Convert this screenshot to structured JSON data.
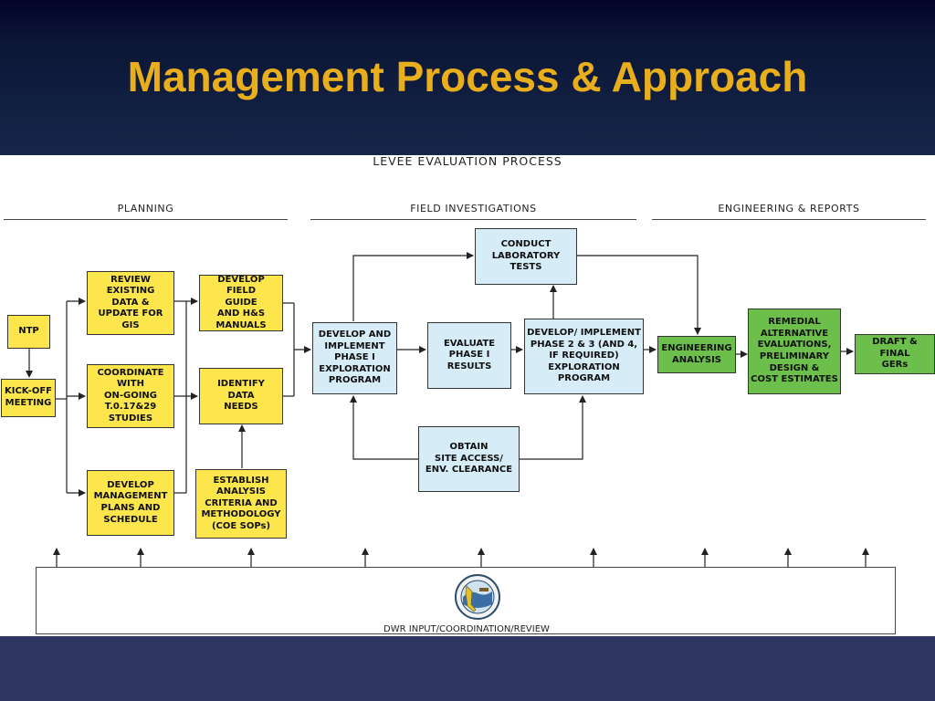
{
  "slide": {
    "title": "Management Process & Approach"
  },
  "diagram": {
    "process_title": "LEVEE EVALUATION PROCESS",
    "phases": {
      "planning": "PLANNING",
      "field": "FIELD INVESTIGATIONS",
      "engineering": "ENGINEERING & REPORTS"
    },
    "boxes": {
      "ntp": "NTP",
      "kickoff": "KICK-OFF\nMEETING",
      "review": "REVIEW\nEXISTING\nDATA &\nUPDATE FOR GIS",
      "coordinate": "COORDINATE\nWITH\nON-GOING\nT.0.17&29\nSTUDIES",
      "develop_mgmt": "DEVELOP\nMANAGEMENT\nPLANS AND\nSCHEDULE",
      "field_guide": "DEVELOP FIELD\nGUIDE\nAND H&S\nMANUALS",
      "identify": "IDENTIFY\nDATA\nNEEDS",
      "establish": "ESTABLISH\nANALYSIS\nCRITERIA AND\nMETHODOLOGY\n(COE SOPs)",
      "phase1_program": "DEVELOP AND\nIMPLEMENT\nPHASE I\nEXPLORATION\nPROGRAM",
      "lab_tests": "CONDUCT\nLABORATORY\nTESTS",
      "evaluate": "EVALUATE\nPHASE I\nRESULTS",
      "phase2_program": "DEVELOP/ IMPLEMENT\nPHASE 2 & 3 (AND 4,\nIF REQUIRED)\nEXPLORATION\nPROGRAM",
      "site_access": "OBTAIN\nSITE ACCESS/\nENV. CLEARANCE",
      "engineering": "ENGINEERING\nANALYSIS",
      "remedial": "REMEDIAL\nALTERNATIVE\nEVALUATIONS,\nPRELIMINARY\nDESIGN &\nCOST ESTIMATES",
      "draft_final": "DRAFT & FINAL\nGERs"
    },
    "dwr_label": "DWR INPUT/COORDINATION/REVIEW",
    "colors": {
      "planning_fill": "#fde64b",
      "field_fill": "#d6ecf7",
      "engineering_fill": "#6cbf4a",
      "title_color": "#e8ae1c",
      "background": "#2e3561"
    }
  }
}
